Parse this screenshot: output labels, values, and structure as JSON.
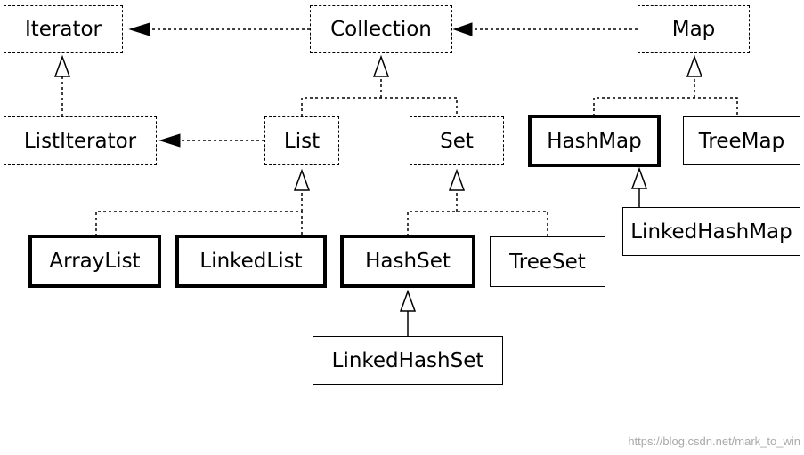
{
  "nodes": {
    "iterator": "Iterator",
    "collection": "Collection",
    "map": "Map",
    "list_iterator": "ListIterator",
    "list": "List",
    "set": "Set",
    "hash_map": "HashMap",
    "tree_map": "TreeMap",
    "linked_hash_map": "LinkedHashMap",
    "array_list": "ArrayList",
    "linked_list": "LinkedList",
    "hash_set": "HashSet",
    "tree_set": "TreeSet",
    "linked_hash_set": "LinkedHashSet"
  },
  "watermark": "https://blog.csdn.net/mark_to_win",
  "colors": {
    "line": "#000000",
    "watermark": "#a9a9a9"
  }
}
